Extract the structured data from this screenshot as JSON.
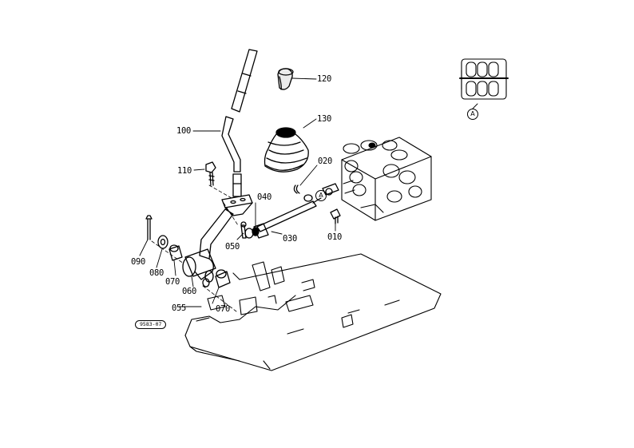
{
  "diagram": {
    "stroke_color": "#000000",
    "background": "#ffffff",
    "callouts": {
      "p120": "120",
      "p130": "130",
      "p100": "100",
      "p110": "110",
      "p020": "020",
      "p040": "040",
      "p050": "050",
      "p030": "030",
      "p010": "010",
      "p090": "090",
      "p080": "080",
      "p070a": "070",
      "p060": "060",
      "p055": "055",
      "p070b": "070"
    },
    "reference_mark": "A",
    "reference_mark_inset": "A",
    "stamp_code": "9583-07"
  }
}
